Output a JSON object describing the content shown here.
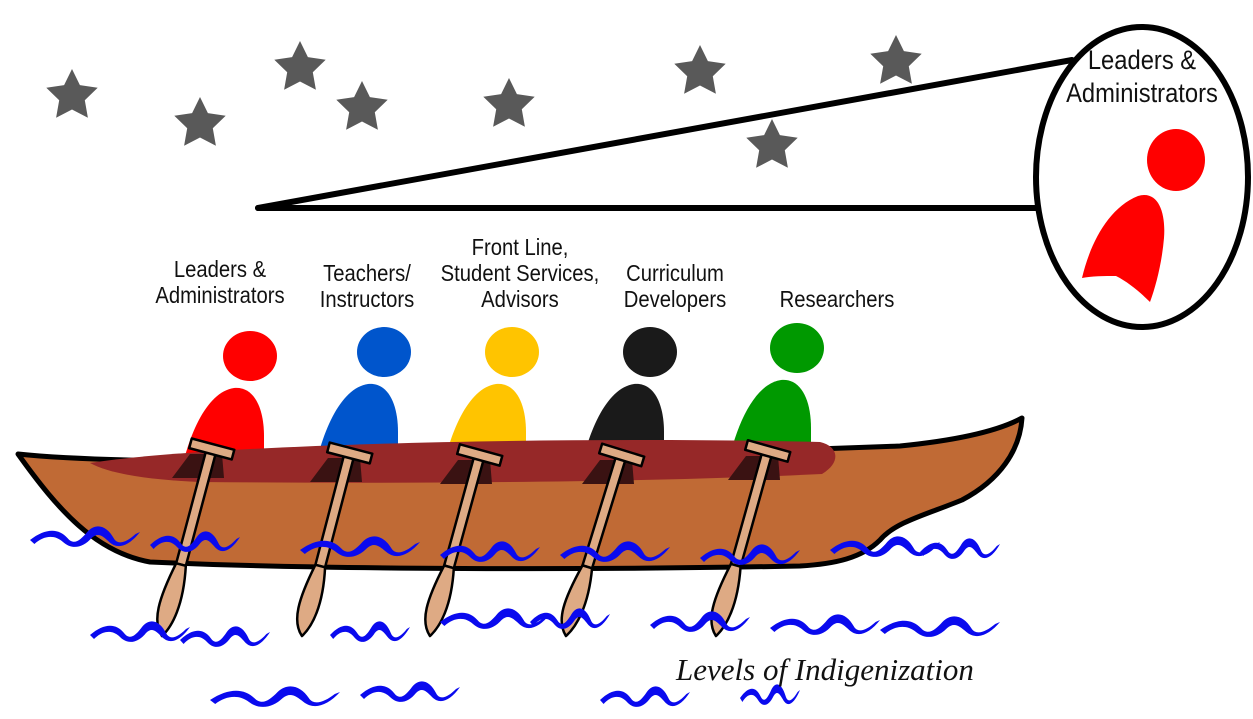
{
  "diagram": {
    "roles": [
      {
        "label": "Leaders &\nAdministrators",
        "color": "#ff0000"
      },
      {
        "label": "Teachers/\nInstructors",
        "color": "#0055cc"
      },
      {
        "label": "Front Line,\nStudent Services,\nAdvisors",
        "color": "#ffc400"
      },
      {
        "label": "Curriculum\nDevelopers",
        "color": "#1a1a1a"
      },
      {
        "label": "Researchers",
        "color": "#009900"
      }
    ],
    "callout": {
      "label": "Leaders &\nAdministrators",
      "color": "#ff0000"
    },
    "caption": "Levels of Indigenization",
    "colors": {
      "star": "#595959",
      "canoe_outer": "#c06a35",
      "canoe_inner": "#962828",
      "seat": "#3a1212",
      "paddle": "#deaa84",
      "water": "#0a0aee",
      "outline": "#000000"
    },
    "icons": [
      "star-icon",
      "person-icon",
      "canoe-icon",
      "paddle-icon",
      "wave-icon",
      "spotlight-icon"
    ]
  }
}
